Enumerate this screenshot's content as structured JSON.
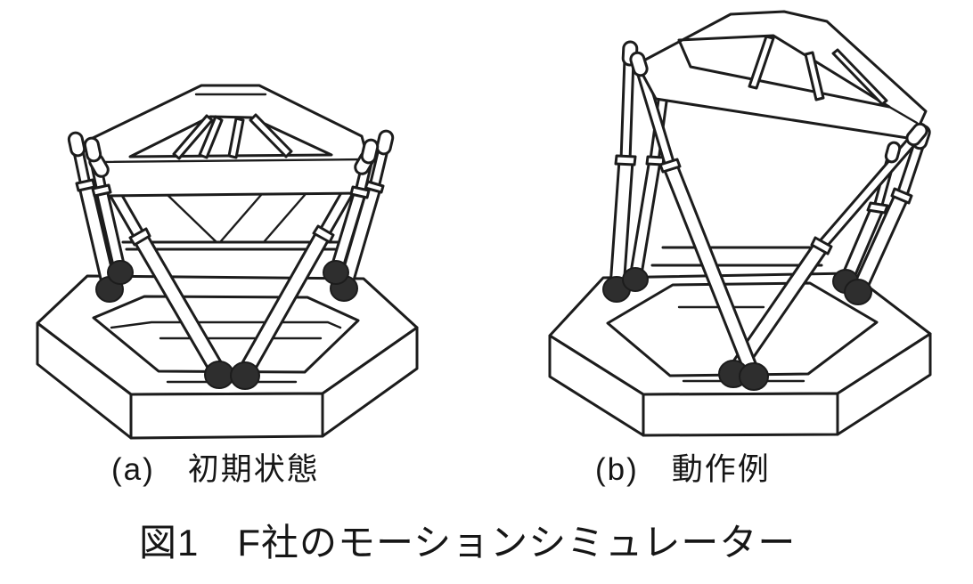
{
  "figure": {
    "caption": "図1　F社のモーションシミュレーター",
    "panels": [
      {
        "label": "(a)　初期状態"
      },
      {
        "label": "(b)　動作例"
      }
    ]
  },
  "colors": {
    "line": "#1c1c1c",
    "paper": "#ffffff",
    "joint_ball": "#2e2e2e"
  }
}
